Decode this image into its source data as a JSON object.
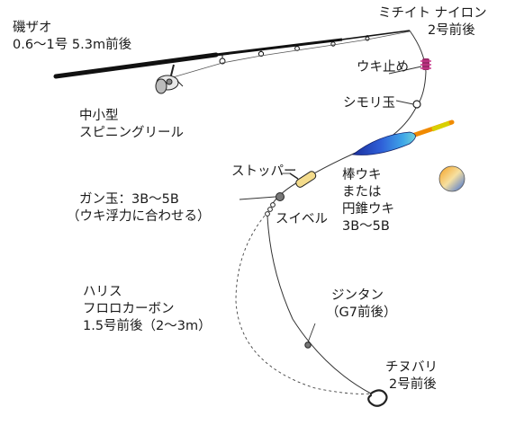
{
  "labels": {
    "rod": [
      "磯ザオ",
      "0.6〜1号 5.3m前後"
    ],
    "mainline": [
      "ミチイト ナイロン",
      "2号前後"
    ],
    "ukidome": "ウキ止め",
    "reel": [
      "中小型",
      "スピニングリール"
    ],
    "shimoridama": "シモリ玉",
    "stopper": "ストッパー",
    "float": [
      "棒ウキ",
      "または",
      "円錐ウキ",
      "3B〜5B"
    ],
    "sinker": [
      "ガン玉：3B〜5B",
      "（ウキ浮力に合わせる）"
    ],
    "swivel": "スイベル",
    "leader": [
      "ハリス",
      "フロロカーボン",
      "1.5号前後（2〜3m）"
    ],
    "jintan": [
      "ジンタン",
      "（G7前後）"
    ],
    "hook": [
      "チヌバリ",
      "2号前後"
    ]
  }
}
